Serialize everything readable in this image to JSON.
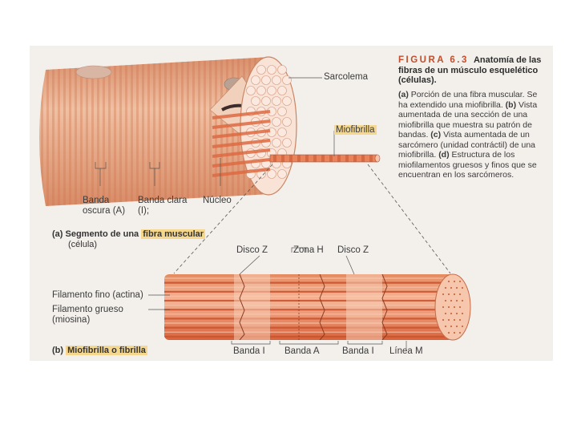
{
  "figure": {
    "number": "FIGURA 6.3",
    "title": "Anatomía de las fibras de un músculo esquelético (células).",
    "caption_parts": [
      {
        "tag": "(a)",
        "text": "Porción de una fibra muscular. Se ha extendido una miofibrilla."
      },
      {
        "tag": "(b)",
        "text": "Vista aumentada de una sección de una miofibrilla que muestra su patrón de bandas."
      },
      {
        "tag": "(c)",
        "text": "Vista aumentada de un sarcómero (unidad contráctil) de una miofibrilla."
      },
      {
        "tag": "(d)",
        "text": "Estructura de los miofilamentos gruesos y finos que se encuentran en los sarcómeros."
      }
    ]
  },
  "panel_a": {
    "labels": {
      "sarcolema": "Sarcolema",
      "miofibrilla": "Miofibrilla",
      "banda_oscura": "Banda oscura (A)",
      "banda_clara": "Banda clara (I);",
      "nucleo": "Núcleo"
    },
    "caption_tag": "(a) Segmento de una",
    "caption_highlight": "fibra muscular",
    "caption_sub": "(célula)"
  },
  "panel_b": {
    "labels": {
      "disco_z_left": "Disco Z",
      "zona_h": "Zona H",
      "disco_z_right": "Disco Z",
      "filamento_fino": "Filamento fino (actina)",
      "filamento_grueso": "Filamento grueso (miosina)",
      "banda_i_left": "Banda I",
      "banda_a": "Banda A",
      "banda_i_right": "Banda I",
      "linea_m": "Línea M"
    },
    "caption_tag": "(b)",
    "caption_highlight": "Miofibrilla o fibrilla"
  },
  "colors": {
    "fiber_main": "#e8a47f",
    "fiber_stripe": "#d97a55",
    "myofibril": "#e2673a",
    "highlight": "#f6d78e",
    "figure_number": "#c24d2c"
  }
}
